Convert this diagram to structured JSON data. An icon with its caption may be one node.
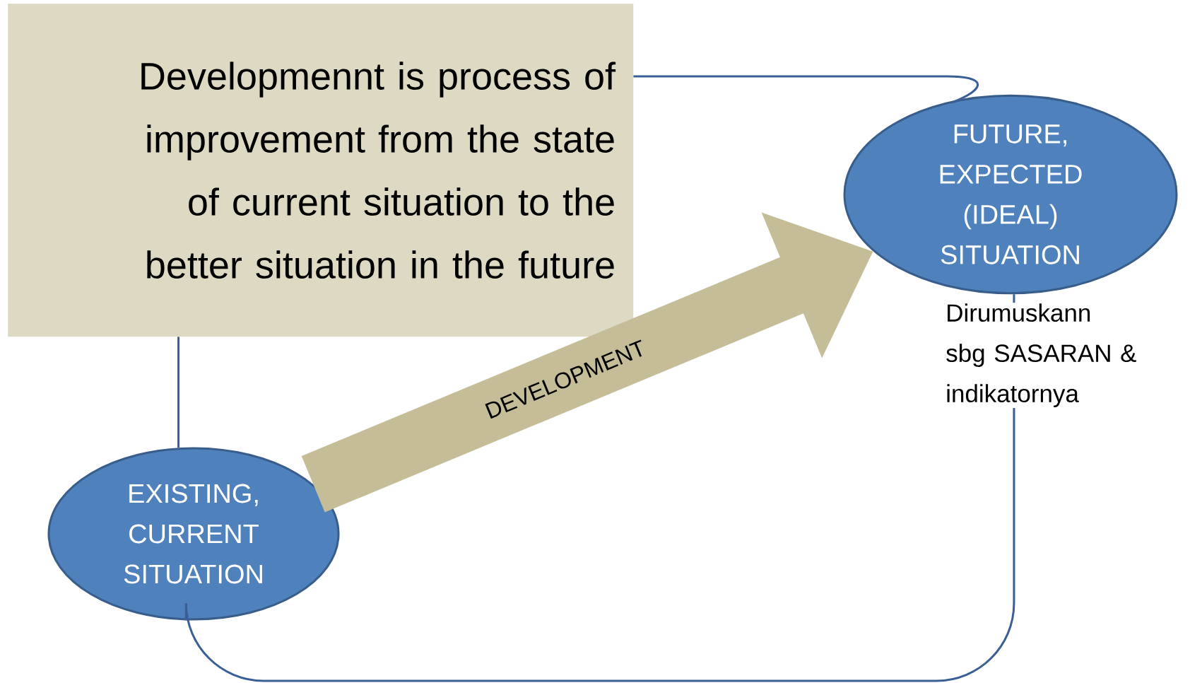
{
  "diagram": {
    "nodes": [
      {
        "text": [
          "Developmennt is process of improvement from the state of current situation to the better situation in the future"
        ]
      },
      {
        "text": [
          "FUTURE, EXPECTED (IDEAL) SITUATION"
        ],
        "beside": [
          "Dirumuskann sbg SASARAN & indikatornya"
        ]
      },
      {
        "text": [
          "EXISTING, CURRENT SITUATION"
        ]
      }
    ],
    "edges": [
      {
        "from": 2,
        "to": 1,
        "arrow": "to",
        "label": "DEVELOPMENT",
        "style": "thick",
        "color": "#c4bd97"
      },
      {
        "from": 2,
        "to": 0,
        "arrow": "none"
      },
      {
        "from": 0,
        "to": 1,
        "arrow": "none"
      },
      {
        "from": 1,
        "to": 2,
        "arrow": "none"
      }
    ]
  }
}
